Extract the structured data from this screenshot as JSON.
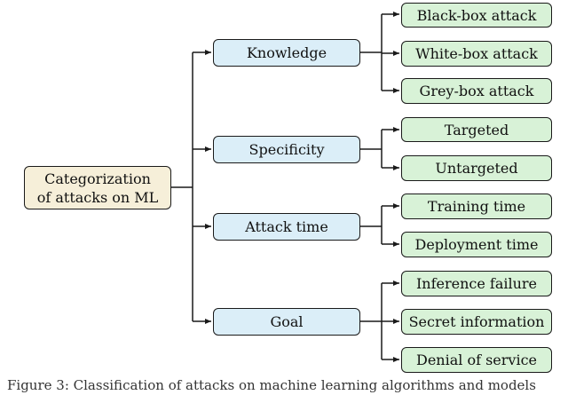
{
  "root": {
    "label_line1": "Categorization",
    "label_line2": "of attacks on ML"
  },
  "categories": [
    {
      "label": "Knowledge",
      "children": [
        "Black-box attack",
        "White-box attack",
        "Grey-box attack"
      ]
    },
    {
      "label": "Specificity",
      "children": [
        "Targeted",
        "Untargeted"
      ]
    },
    {
      "label": "Attack time",
      "children": [
        "Training time",
        "Deployment time"
      ]
    },
    {
      "label": "Goal",
      "children": [
        "Inference failure",
        "Secret information",
        "Denial of service"
      ]
    }
  ],
  "caption": "Figure 3: Classification of attacks on machine learning algorithms and models",
  "colors": {
    "root_fill": "#f6efd9",
    "mid_fill": "#dbeef8",
    "leaf_fill": "#d8f2d7",
    "stroke": "#1a1a1a"
  }
}
